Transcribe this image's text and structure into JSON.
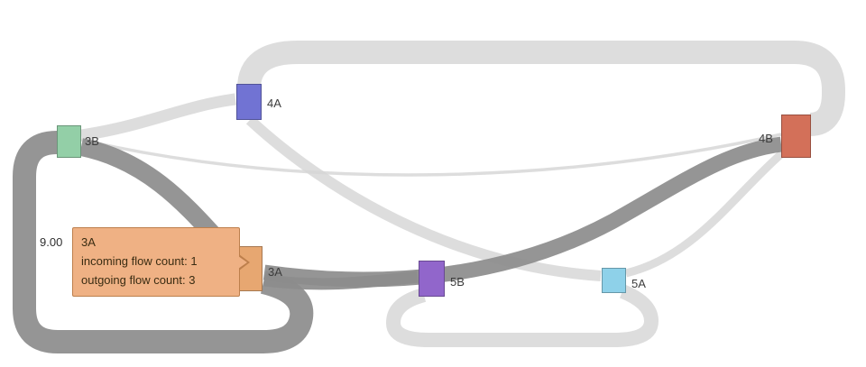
{
  "colors": {
    "background": "#ffffff",
    "ribbon_light": "#d5d5d5",
    "ribbon_dark": "#8c8c8c",
    "node_3b": "#93cfa7",
    "node_4a": "#7173d3",
    "node_4b": "#d37059",
    "node_3a": "#e7a771",
    "node_5b": "#9166cb",
    "node_5a": "#8ed1e9",
    "tooltip_bg": "#efb184",
    "tooltip_border": "#bd7f4c",
    "label_text": "#3c3c3c",
    "tooltip_text": "#3a2c12"
  },
  "chart_data": {
    "type": "sankey",
    "title": "",
    "legend": "none",
    "nodes": [
      {
        "id": "3B",
        "label": "3B",
        "color": "#93cfa7"
      },
      {
        "id": "4A",
        "label": "4A",
        "color": "#7173d3"
      },
      {
        "id": "4B",
        "label": "4B",
        "color": "#d37059"
      },
      {
        "id": "3A",
        "label": "3A",
        "color": "#e7a771"
      },
      {
        "id": "5B",
        "label": "5B",
        "color": "#9166cb"
      },
      {
        "id": "5A",
        "label": "5A",
        "color": "#8ed1e9"
      }
    ],
    "links": [
      {
        "source": "3B",
        "target": "3A",
        "shade": "dark"
      },
      {
        "source": "3A",
        "target": "3B",
        "shade": "dark",
        "value": 9,
        "value_label": "9.00",
        "circular": true
      },
      {
        "source": "3A",
        "target": "4B",
        "shade": "dark"
      },
      {
        "source": "3A",
        "target": "5B",
        "shade": "dark"
      },
      {
        "source": "3B",
        "target": "4A",
        "shade": "light"
      },
      {
        "source": "4B",
        "target": "4A",
        "shade": "light",
        "circular": true
      },
      {
        "source": "4A",
        "target": "5A",
        "shade": "light"
      },
      {
        "source": "5B",
        "target": "5A",
        "shade": "light",
        "circular": true
      },
      {
        "source": "5A",
        "target": "4B",
        "shade": "light"
      },
      {
        "source": "3B",
        "target": "4B",
        "shade": "light"
      }
    ],
    "hovered_node": "3A"
  },
  "tooltip": {
    "title": "3A",
    "incoming_line": "incoming flow count: 1",
    "outgoing_line": "outgoing flow count: 3"
  }
}
